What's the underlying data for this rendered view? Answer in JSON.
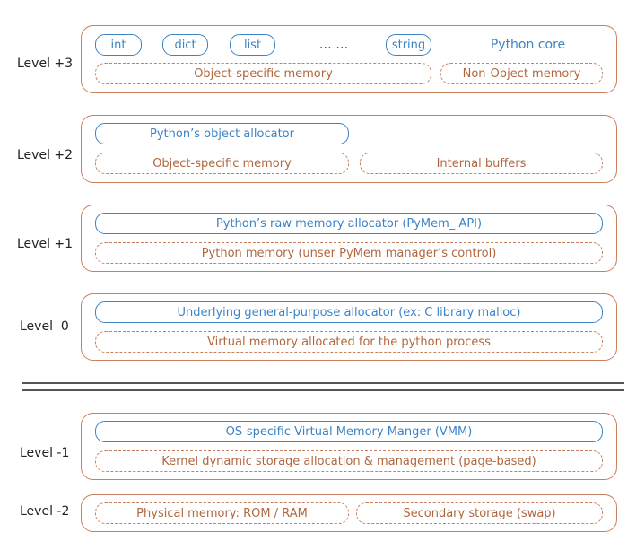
{
  "levels": {
    "l3": {
      "label": "Level +3",
      "types": [
        "int",
        "dict",
        "list",
        "… …",
        "string"
      ],
      "core_label": "Python core",
      "object_memory": "Object-specific memory",
      "non_object_memory": "Non-Object memory"
    },
    "l2": {
      "label": "Level +2",
      "allocator": "Python’s object allocator",
      "object_memory": "Object-specific memory",
      "internal_buffers": "Internal buffers"
    },
    "l1": {
      "label": "Level +1",
      "allocator": "Python’s raw memory allocator (PyMem_ API)",
      "memory": "Python memory (unser PyMem manager’s control)"
    },
    "l0": {
      "label": "Level  0",
      "allocator": "Underlying general-purpose allocator (ex: C library malloc)",
      "memory": "Virtual memory allocated for the python process"
    },
    "lm1": {
      "label": "Level -1",
      "manager": "OS-specific Virtual Memory Manger (VMM)",
      "kernel": "Kernel dynamic storage allocation & management (page-based)"
    },
    "lm2": {
      "label": "Level -2",
      "physical": "Physical memory: ROM / RAM",
      "secondary": "Secondary storage (swap)"
    }
  },
  "colors": {
    "blue": "#3c83c4",
    "orange": "#c8805d",
    "divider": "#555555"
  }
}
